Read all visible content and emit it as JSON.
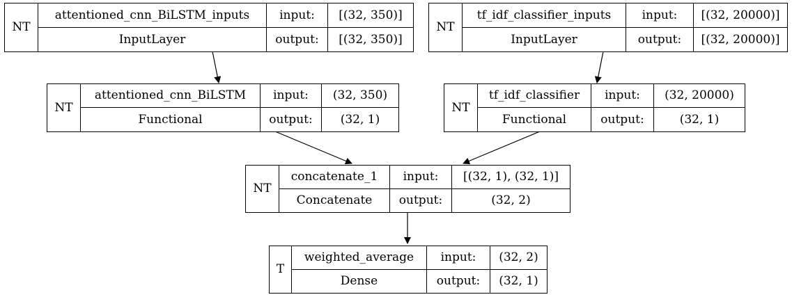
{
  "nodes": [
    {
      "trainable": "NT",
      "name": "attentioned_cnn_BiLSTM_inputs",
      "type": "InputLayer",
      "input_label": "input:",
      "output_label": "output:",
      "input_shape": "[(32, 350)]",
      "output_shape": "[(32, 350)]"
    },
    {
      "trainable": "NT",
      "name": "tf_idf_classifier_inputs",
      "type": "InputLayer",
      "input_label": "input:",
      "output_label": "output:",
      "input_shape": "[(32, 20000)]",
      "output_shape": "[(32, 20000)]"
    },
    {
      "trainable": "NT",
      "name": "attentioned_cnn_BiLSTM",
      "type": "Functional",
      "input_label": "input:",
      "output_label": "output:",
      "input_shape": "(32, 350)",
      "output_shape": "(32, 1)"
    },
    {
      "trainable": "NT",
      "name": "tf_idf_classifier",
      "type": "Functional",
      "input_label": "input:",
      "output_label": "output:",
      "input_shape": "(32, 20000)",
      "output_shape": "(32, 1)"
    },
    {
      "trainable": "NT",
      "name": "concatenate_1",
      "type": "Concatenate",
      "input_label": "input:",
      "output_label": "output:",
      "input_shape": "[(32, 1), (32, 1)]",
      "output_shape": "(32, 2)"
    },
    {
      "trainable": "T",
      "name": "weighted_average",
      "type": "Dense",
      "input_label": "input:",
      "output_label": "output:",
      "input_shape": "(32, 2)",
      "output_shape": "(32, 1)"
    }
  ],
  "edges": [
    {
      "from": "attentioned_cnn_BiLSTM_inputs",
      "to": "attentioned_cnn_BiLSTM"
    },
    {
      "from": "tf_idf_classifier_inputs",
      "to": "tf_idf_classifier"
    },
    {
      "from": "attentioned_cnn_BiLSTM",
      "to": "concatenate_1"
    },
    {
      "from": "tf_idf_classifier",
      "to": "concatenate_1"
    },
    {
      "from": "concatenate_1",
      "to": "weighted_average"
    }
  ]
}
